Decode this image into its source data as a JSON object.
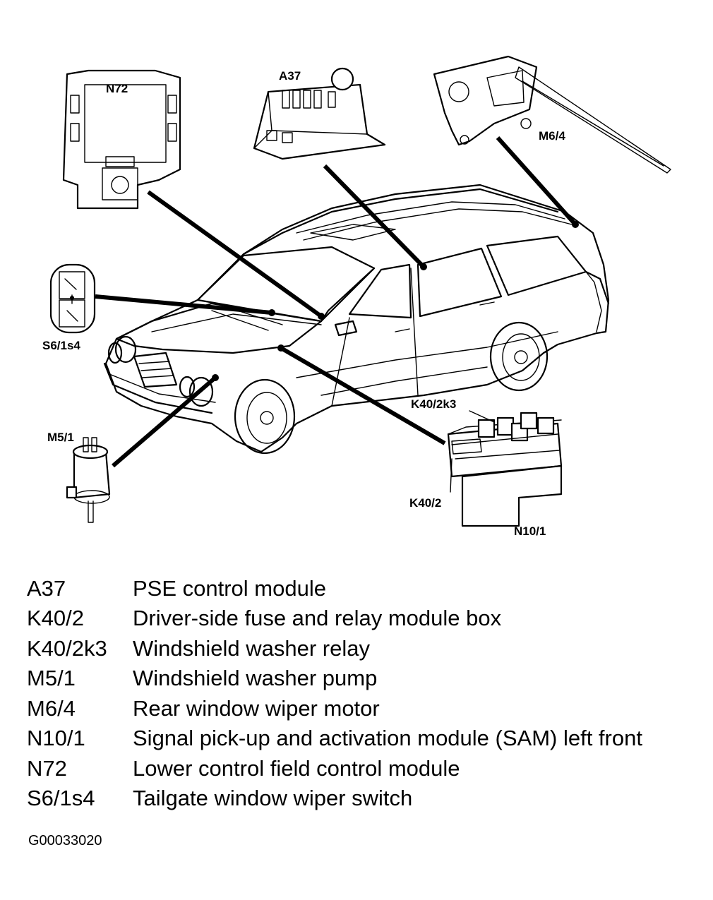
{
  "callouts": {
    "n72": "N72",
    "a37": "A37",
    "m6_4": "M6/4",
    "s6_1s4": "S6/1s4",
    "m5_1": "M5/1",
    "k40_2k3": "K40/2k3",
    "k40_2": "K40/2",
    "n10_1": "N10/1"
  },
  "legend": [
    {
      "code": "A37",
      "description": "PSE control module"
    },
    {
      "code": "K40/2",
      "description": "Driver-side fuse and relay module box"
    },
    {
      "code": "K40/2k3",
      "description": "Windshield washer relay"
    },
    {
      "code": "M5/1",
      "description": "Windshield washer pump"
    },
    {
      "code": "M6/4",
      "description": "Rear window wiper motor"
    },
    {
      "code": "N10/1",
      "description": "Signal pick-up and activation module (SAM) left front"
    },
    {
      "code": "N72",
      "description": "Lower control field control module"
    },
    {
      "code": "S6/1s4",
      "description": "Tailgate window wiper switch"
    }
  ],
  "figure_id": "G00033020"
}
